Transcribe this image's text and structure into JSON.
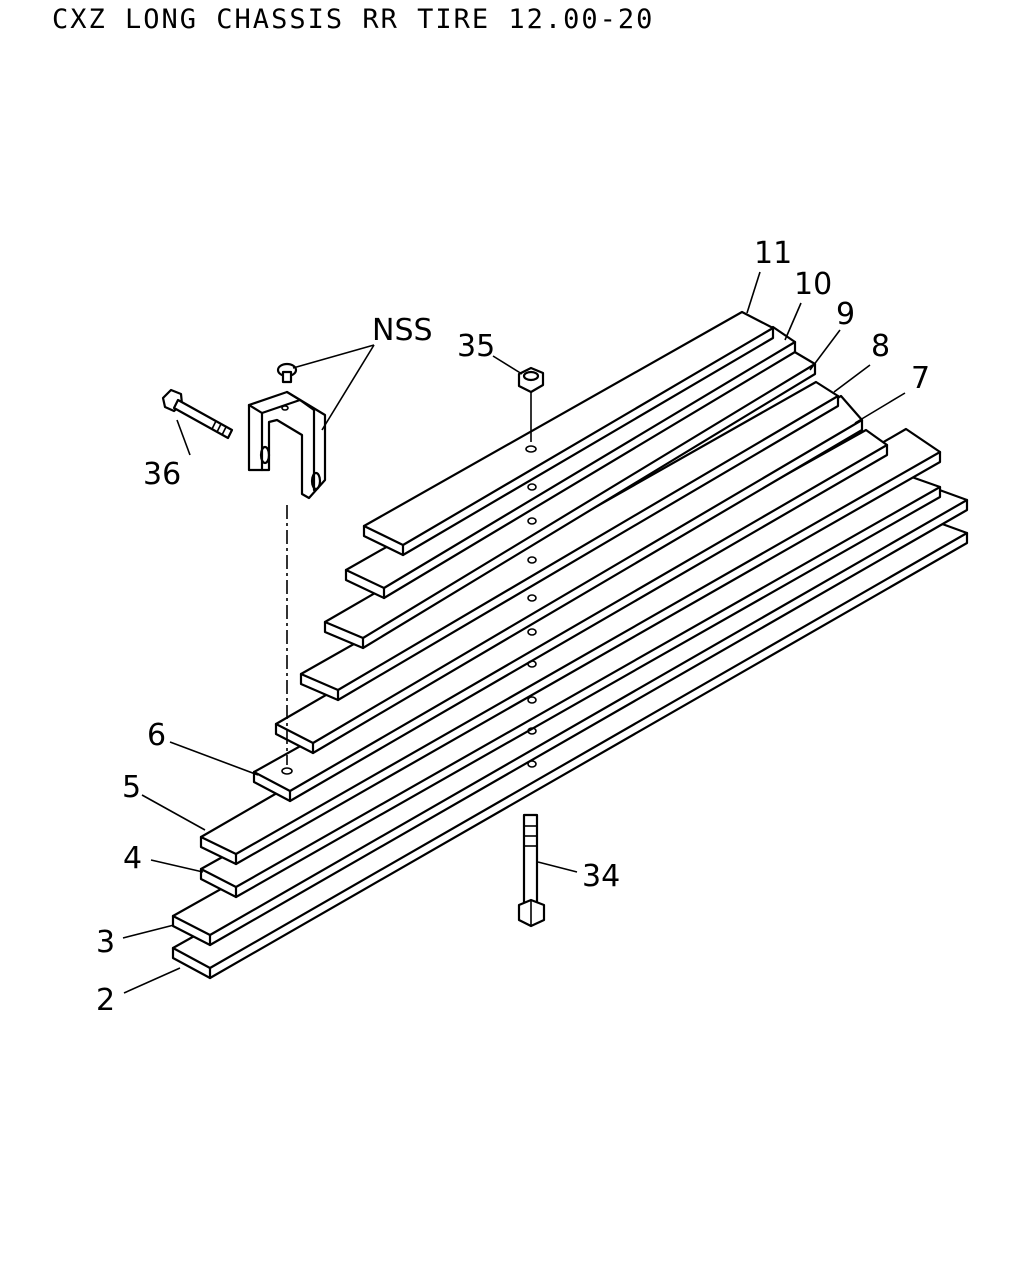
{
  "title": "CXZ LONG CHASSIS RR TIRE 12.00-20",
  "callouts": {
    "c11": "11",
    "c10": "10",
    "c9": "9",
    "c8": "8",
    "c7": "7",
    "c6": "6",
    "c5": "5",
    "c4": "4",
    "c3": "3",
    "c2": "2",
    "c34": "34",
    "c35": "35",
    "c36": "36",
    "nss": "NSS"
  }
}
